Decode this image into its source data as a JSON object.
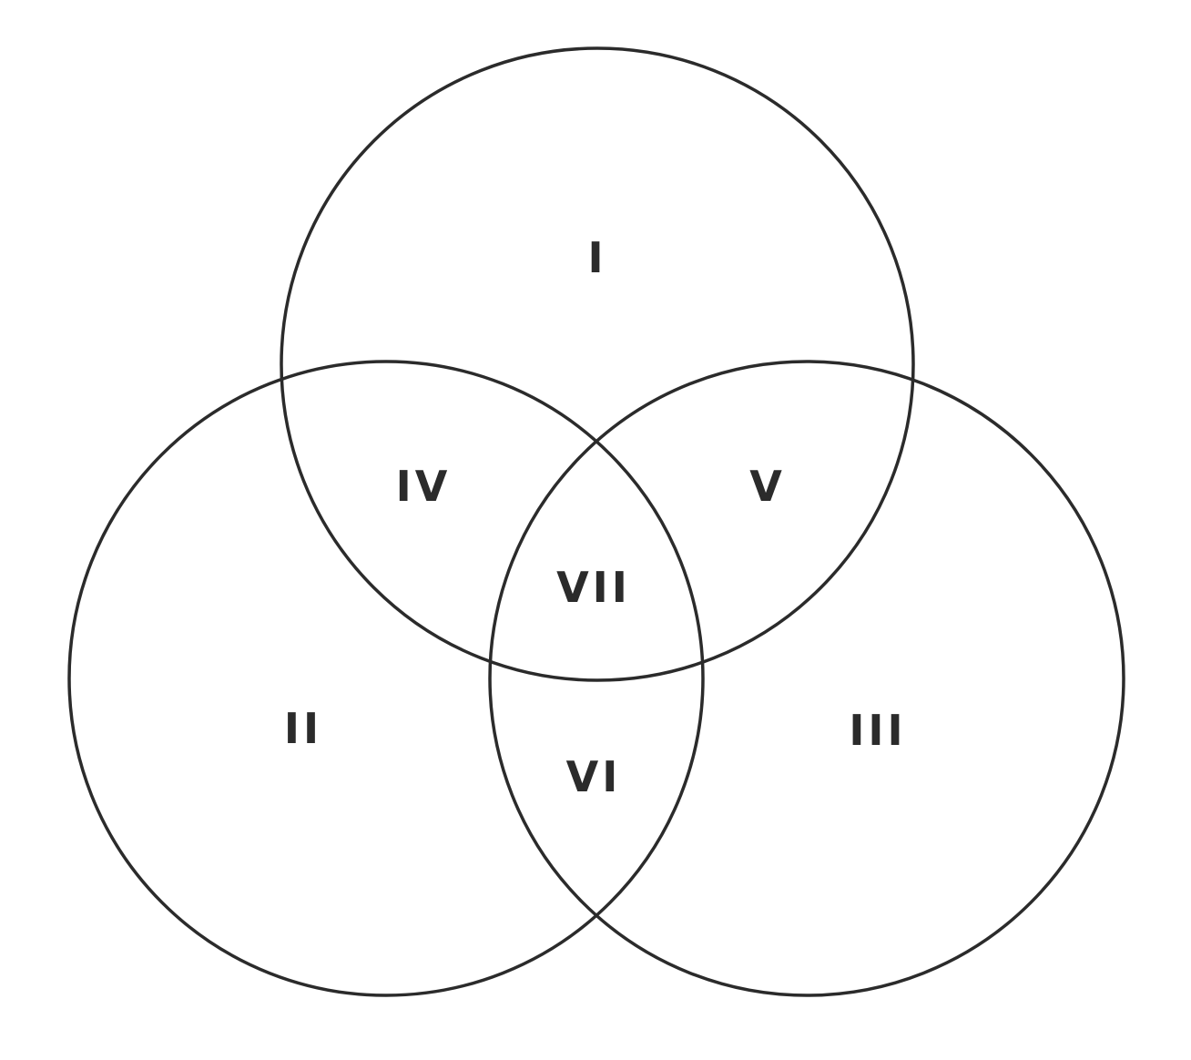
{
  "colors": {
    "background": "#ffffff",
    "stroke": "#2b2b2b",
    "text": "#2b2b2b"
  },
  "regions": {
    "one": "I",
    "two": "II",
    "three": "III",
    "four": "IV",
    "five": "V",
    "six": "VI",
    "seven": "VII"
  }
}
